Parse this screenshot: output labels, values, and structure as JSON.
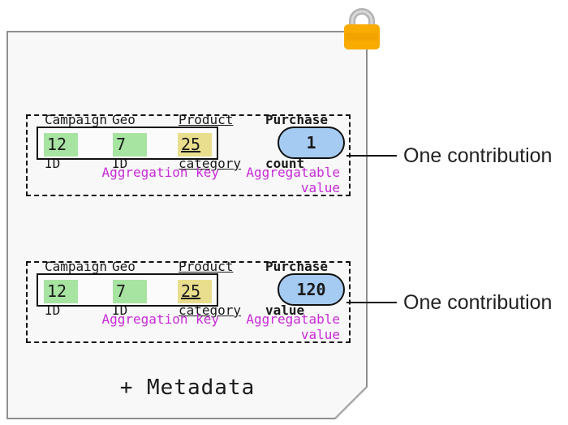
{
  "card": {
    "background": "#F8F8F8",
    "border_color": "#8F8F8F",
    "metadata_label": "+ Metadata"
  },
  "lock_icon": {
    "body_color": "#F9AB00",
    "shackle_color": "#B3B3B3"
  },
  "colors": {
    "key_green": "#A7E3A1",
    "key_yellow": "#E9DE8D",
    "value_blue": "#A6CBF2",
    "annotation_magenta": "#C82AD8"
  },
  "sections": [
    {
      "headers": [
        {
          "line1": "Campaign",
          "line2": "ID"
        },
        {
          "line1": "Geo",
          "line2": "ID"
        },
        {
          "line1": "Product",
          "line2": "category"
        },
        {
          "line1": "Purchase",
          "line2": "count"
        }
      ],
      "cells": [
        "12",
        "7",
        "25"
      ],
      "aggregation_key_label": "Aggregation key",
      "aggregatable_value_line1": "Aggregatable",
      "aggregatable_value_line2": "value",
      "value": "1",
      "contribution_label": "One contribution"
    },
    {
      "headers": [
        {
          "line1": "Campaign",
          "line2": "ID"
        },
        {
          "line1": "Geo",
          "line2": "ID"
        },
        {
          "line1": "Product",
          "line2": "category"
        },
        {
          "line1": "Purchase",
          "line2": "value"
        }
      ],
      "cells": [
        "12",
        "7",
        "25"
      ],
      "aggregation_key_label": "Aggregation key",
      "aggregatable_value_line1": "Aggregatable",
      "aggregatable_value_line2": "value",
      "value": "120",
      "contribution_label": "One contribution"
    }
  ]
}
